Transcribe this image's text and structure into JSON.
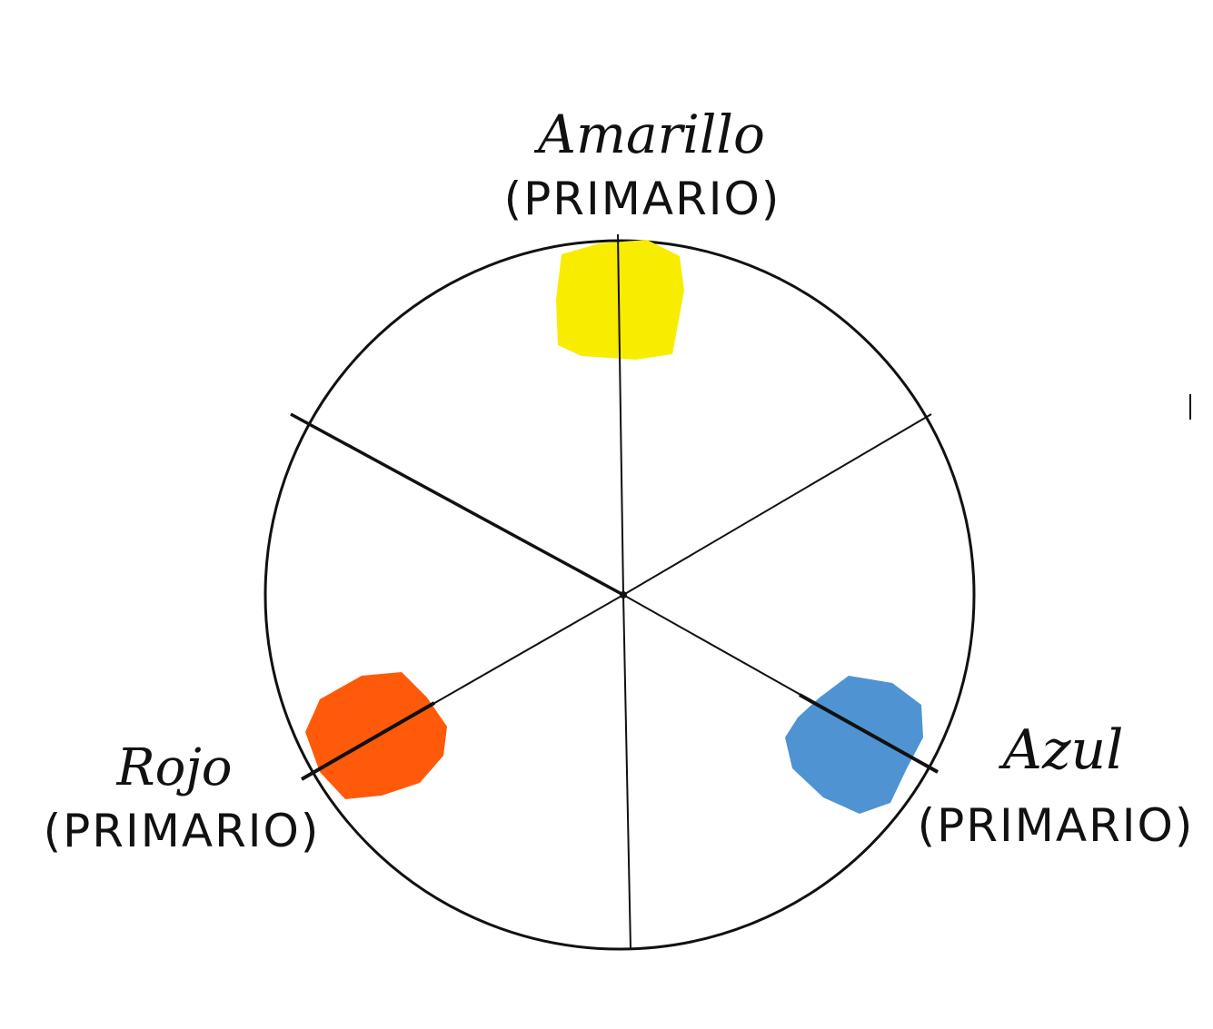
{
  "diagram": {
    "colors": {
      "line": "#111111",
      "yellow": "#f8ec00",
      "red": "#ff5a0a",
      "blue": "#4f93d2"
    },
    "labels": {
      "yellow_name": "Amarillo",
      "yellow_type": "(PRIMARIO)",
      "red_name": "Rojo",
      "red_type": "(PRIMARIO)",
      "blue_name": "Azul",
      "blue_type": "(PRIMARIO)"
    }
  }
}
